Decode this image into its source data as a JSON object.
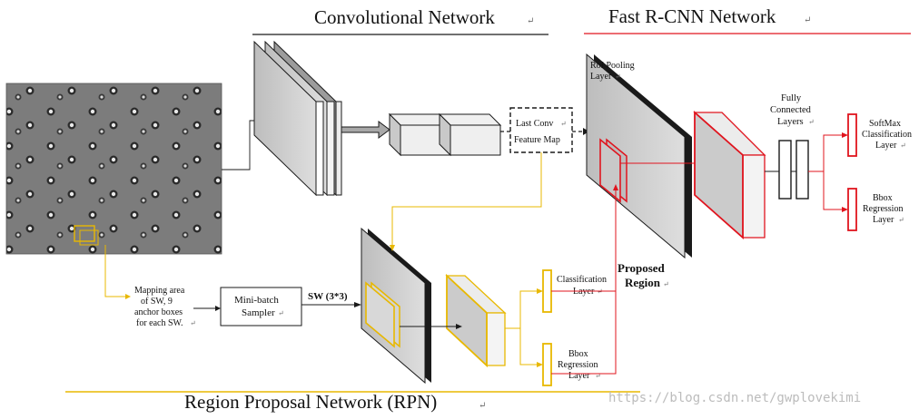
{
  "titles": {
    "conv_network": "Convolutional Network",
    "fast_rcnn": "Fast R-CNN Network",
    "rpn": "Region Proposal Network (RPN)"
  },
  "labels": {
    "last_conv": "Last Conv",
    "feature_map": "Feature Map",
    "roi_pooling": [
      "RoI Pooling",
      "Layer"
    ],
    "fully_connected": [
      "Fully",
      "Connected",
      "Layers"
    ],
    "softmax": [
      "SoftMax",
      "Classification",
      "Layer"
    ],
    "bbox_regression_right": [
      "Bbox",
      "Regression",
      "Layer"
    ],
    "mapping_area": [
      "Mapping area",
      "of SW, 9",
      "anchor boxes",
      "for each SW."
    ],
    "mini_batch": [
      "Mini-batch",
      "Sampler"
    ],
    "sw": "SW (3*3)",
    "classification_layer": [
      "Classification",
      "Layer"
    ],
    "bbox_regression_rpn": [
      "Bbox",
      "Regression",
      "Layer"
    ],
    "proposed_region": [
      "Proposed",
      "Region"
    ]
  },
  "watermark": "https://blog.csdn.net/gwplovekimi",
  "colors": {
    "yellow": "#e8b800",
    "red": "#e0141e",
    "gray_face": "#cfcfcf",
    "dark": "#1a1a1a"
  }
}
